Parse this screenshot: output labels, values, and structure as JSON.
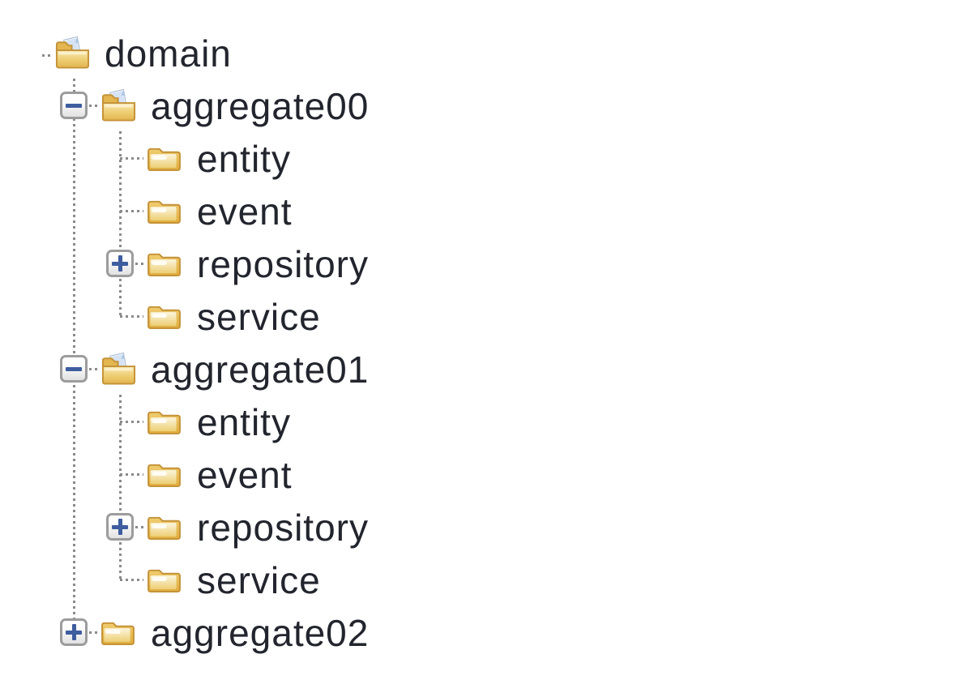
{
  "app": {
    "background": "#ffffff"
  },
  "tree": {
    "rows": [
      {
        "label": "domain",
        "level": 0,
        "icon": "folder-open",
        "expander": "none"
      },
      {
        "label": "aggregate00",
        "level": 1,
        "icon": "folder-open",
        "expander": "minus"
      },
      {
        "label": "entity",
        "level": 2,
        "icon": "folder-closed",
        "expander": "none"
      },
      {
        "label": "event",
        "level": 2,
        "icon": "folder-closed",
        "expander": "none"
      },
      {
        "label": "repository",
        "level": 2,
        "icon": "folder-closed",
        "expander": "plus"
      },
      {
        "label": "service",
        "level": 2,
        "icon": "folder-closed",
        "expander": "none"
      },
      {
        "label": "aggregate01",
        "level": 1,
        "icon": "folder-open",
        "expander": "minus"
      },
      {
        "label": "entity",
        "level": 2,
        "icon": "folder-closed",
        "expander": "none"
      },
      {
        "label": "event",
        "level": 2,
        "icon": "folder-closed",
        "expander": "none"
      },
      {
        "label": "repository",
        "level": 2,
        "icon": "folder-closed",
        "expander": "plus"
      },
      {
        "label": "service",
        "level": 2,
        "icon": "folder-closed",
        "expander": "none"
      },
      {
        "label": "aggregate02",
        "level": 1,
        "icon": "folder-closed",
        "expander": "plus"
      }
    ],
    "colors": {
      "text": "#23252e",
      "connector": "#8a8a8a",
      "expander_border": "#9c9c9c",
      "expander_glyph": "#3e5d9f",
      "folder_gold": "#e2b44e",
      "folder_border": "#c49238",
      "document_blue": "#d5e3f5"
    }
  }
}
